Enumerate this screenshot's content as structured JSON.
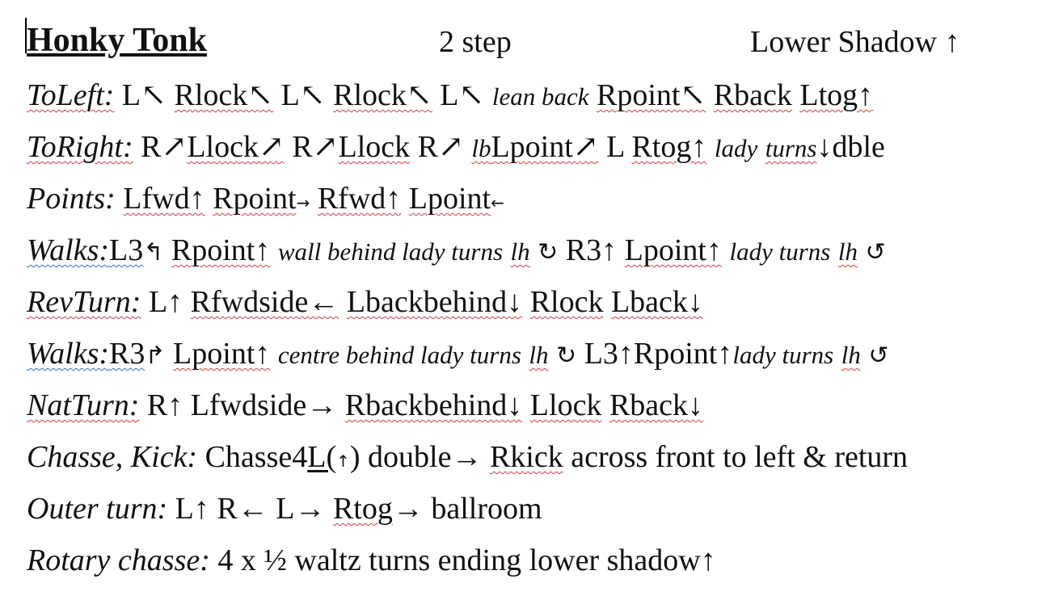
{
  "header": {
    "title": "Honky Tonk",
    "style": "2 step",
    "position": "Lower Shadow ↑"
  },
  "lines": {
    "toleft": {
      "label": "ToLeft:",
      "t1": "L↖",
      "t2": "Rlock↖",
      "t3": "L↖",
      "t4": "Rlock↖",
      "t5": "L↖",
      "note": "lean back",
      "t6": "Rpoint↖",
      "t7": "Rback",
      "t8": "Ltog↑"
    },
    "toright": {
      "label": "ToRight:",
      "t1": "R↗",
      "t2": "Llock↗",
      "t3": "R↗",
      "t4": "Llock",
      "t5": "R↗",
      "note1": "lb",
      "t6": "Lpoint↗",
      "t7": "L",
      "t8": "Rtog↑",
      "note2": "lady",
      "note3": "turns",
      "t9": "↓dble"
    },
    "points": {
      "label": "Points:",
      "t1": "Lfwd↑",
      "t2": "Rpoint",
      "a2": "→",
      "t3": "Rfwd↑",
      "t4": "Lpoint",
      "a4": "←"
    },
    "walks1": {
      "label": "Walks:",
      "t1": "L3",
      "a1": "↰",
      "t2": "Rpoint↑",
      "note1": "wall behind lady turns",
      "note2": "lh",
      "a2": "↻",
      "t3": "R3↑",
      "t4": "Lpoint↑",
      "note3": "lady turns",
      "note4": "lh",
      "a4": "↺"
    },
    "revturn": {
      "label": "RevTurn:",
      "t1": "L↑",
      "t2": "Rfwdside←",
      "t3": "Lbackbehind↓",
      "t4": "Rlock",
      "t5": "Lback↓"
    },
    "walks2": {
      "label": "Walks:",
      "t1": "R3",
      "a1": "↱",
      "t2": "Lpoint↑",
      "note1": "centre behind lady turns",
      "note2": "lh",
      "a2": "↻",
      "t3": "L3↑Rpoint↑",
      "note3": "lady turns",
      "note4": "lh",
      "a4": "↺"
    },
    "natturn": {
      "label": "NatTurn:",
      "t1": "R↑",
      "t2": "Lfwdside→",
      "t3": "Rbackbehind↓",
      "t4": "Llock",
      "t5": "Rback↓"
    },
    "chasse": {
      "label": "Chasse, Kick:",
      "t1": "Chasse4",
      "t2": "L(",
      "a2": "↑",
      "t3": ") double→",
      "t4": "Rkick",
      "t5": "across front to left & return"
    },
    "outer": {
      "label": "Outer turn:",
      "t1": "L↑",
      "t2": "R←",
      "t3": "L→",
      "t4": "Rtog",
      "t5": "→ ballroom"
    },
    "rotary": {
      "label": "Rotary chasse:",
      "t1": "4 x ½ waltz turns ending lower shadow↑"
    }
  }
}
